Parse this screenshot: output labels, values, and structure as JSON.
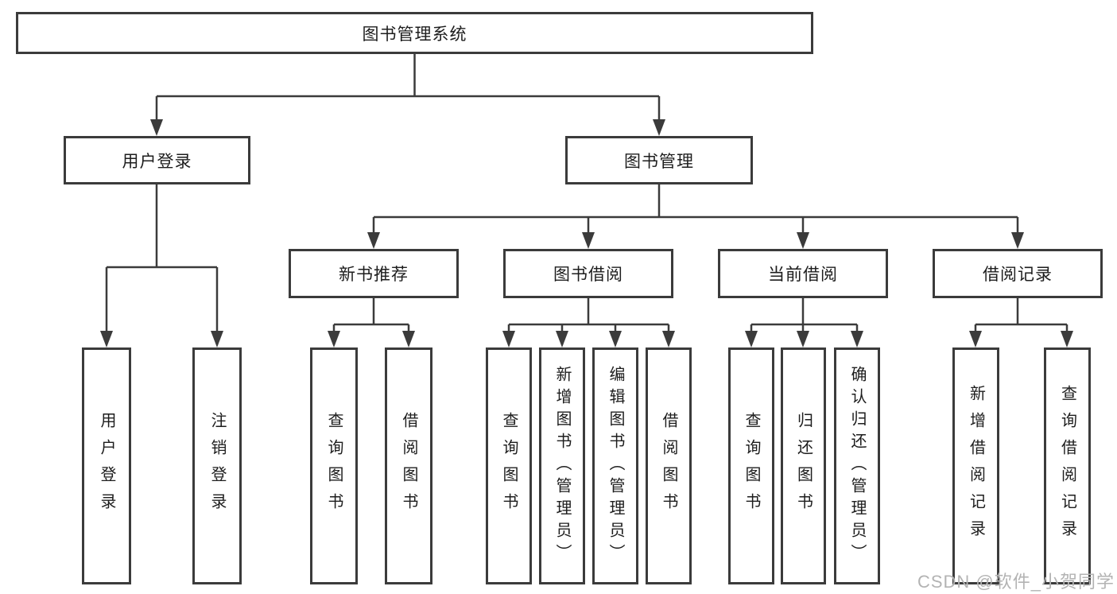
{
  "root": {
    "label": "图书管理系统"
  },
  "branches": {
    "user_login": {
      "label": "用户登录",
      "leaves": [
        "用户登录",
        "注销登录"
      ]
    },
    "book_mgmt": {
      "label": "图书管理"
    },
    "new_books": {
      "label": "新书推荐",
      "leaves": [
        "查询图书",
        "借阅图书"
      ]
    },
    "book_borrow": {
      "label": "图书借阅",
      "leaves": [
        "查询图书",
        "新增图书（管理员）",
        "编辑图书（管理员）",
        "借阅图书"
      ]
    },
    "current_borrow": {
      "label": "当前借阅",
      "leaves": [
        "查询图书",
        "归还图书",
        "确认归还（管理员）"
      ]
    },
    "borrow_records": {
      "label": "借阅记录",
      "leaves": [
        "新增借阅记录",
        "查询借阅记录"
      ]
    }
  },
  "watermark": "CSDN @软件_小贺同学",
  "colors": {
    "line": "#3b3b3b",
    "text": "#1d1d1d",
    "watermark": "#b3b3b3"
  }
}
